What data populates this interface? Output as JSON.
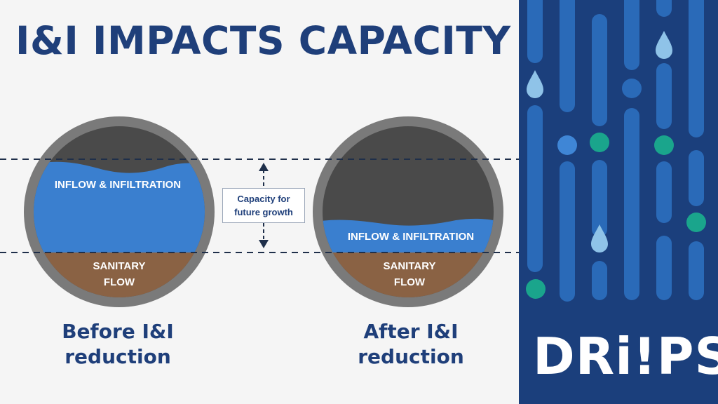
{
  "title": "I&I IMPACTS CAPACITY",
  "capacity_box": {
    "line1": "Capacity for",
    "line2": "future growth"
  },
  "pipes": [
    {
      "inflow_label": "INFLOW & INFILTRATION",
      "sanitary_line1": "SANITARY",
      "sanitary_line2": "FLOW",
      "caption_line1": "Before I&I",
      "caption_line2": "reduction"
    },
    {
      "inflow_label": "INFLOW & INFILTRATION",
      "sanitary_line1": "SANITARY",
      "sanitary_line2": "FLOW",
      "caption_line1": "After I&I",
      "caption_line2": "reduction"
    }
  ],
  "logo": "DRi!PS",
  "colors": {
    "title": "#1f3f7a",
    "pipe_wall": "#7a7a7a",
    "empty_space": "#4a4a4a",
    "inflow_water": "#3a7fcf",
    "sanitary": "#8a6244",
    "panel_bg": "#1b3f7c",
    "panel_bar": "#2a6ab8",
    "teal_dot": "#1aa58c",
    "drop": "#8fc3e8"
  },
  "icons": [
    "water-drop-icon"
  ]
}
